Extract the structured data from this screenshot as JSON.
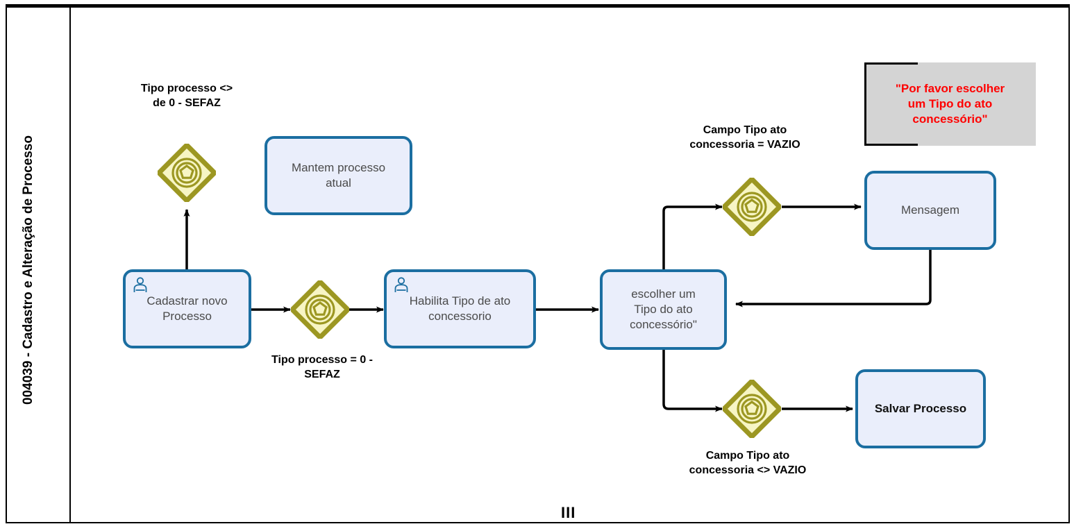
{
  "diagram": {
    "type": "bpmn-process-flow",
    "lane_title": "004039 - Cadastro e Alteração de Processo",
    "bottom_marker": "III",
    "colors": {
      "task_fill": "#eaeefb",
      "task_border": "#1b6ea1",
      "gateway_fill": "#f7f5c4",
      "gateway_border": "#9c9722",
      "note_fill": "#d4d4d4",
      "note_text": "#ff0000",
      "connector": "#000000",
      "frame": "#000000"
    }
  },
  "tasks": [
    {
      "id": "cadastrar-novo-processo",
      "label": "Cadastrar  novo\nProcesso",
      "icon": "user-icon",
      "bold": false
    },
    {
      "id": "mantem-processo-atual",
      "label": "Mantem processo\natual",
      "icon": null,
      "bold": false
    },
    {
      "id": "habilita-tipo-ato-concessorio",
      "label": "Habilita Tipo de ato\nconcessorio",
      "icon": "user-icon",
      "bold": false
    },
    {
      "id": "escolher-tipo-ato-concessorio",
      "label": "escolher um\nTipo do ato\nconcessório\"",
      "icon": null,
      "bold": false
    },
    {
      "id": "mensagem",
      "label": "Mensagem",
      "icon": null,
      "bold": false
    },
    {
      "id": "salvar-processo",
      "label": "Salvar Processo",
      "icon": null,
      "bold": true
    }
  ],
  "gateways": [
    {
      "id": "gateway-tipo-processo-nao-sefaz",
      "kind": "complex-gateway"
    },
    {
      "id": "gateway-tipo-processo",
      "kind": "complex-gateway"
    },
    {
      "id": "gateway-campo-vazio",
      "kind": "complex-gateway"
    },
    {
      "id": "gateway-campo-nao-vazio",
      "kind": "complex-gateway"
    }
  ],
  "condition_labels": [
    {
      "id": "cond-tipo-processo-diferente-sefaz",
      "text": "Tipo processo <>\nde 0 - SEFAZ"
    },
    {
      "id": "cond-tipo-processo-igual-sefaz",
      "text": "Tipo processo  = 0 -\nSEFAZ"
    },
    {
      "id": "cond-campo-vazio",
      "text": "Campo Tipo ato\nconcessoria = VAZIO"
    },
    {
      "id": "cond-campo-nao-vazio",
      "text": "Campo Tipo ato\nconcessoria <> VAZIO"
    }
  ],
  "notes": [
    {
      "id": "note-mensagem-texto",
      "text": "\"Por favor escolher\num Tipo do ato\nconcessório\""
    }
  ]
}
